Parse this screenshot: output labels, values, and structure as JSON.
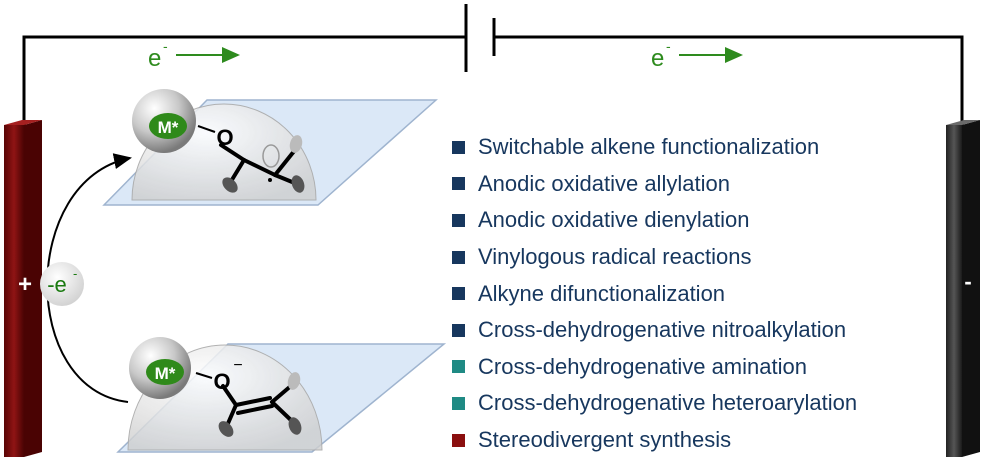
{
  "circuit": {
    "electron_label_left": "e",
    "electron_label_right": "e",
    "electron_superscript": "-",
    "anode_sign": "+",
    "cathode_sign": "-",
    "oxidation_label": "-e",
    "oxidation_superscript": "-",
    "wire_color": "#000000",
    "arrow_color": "#2e8b1e",
    "anode_color": "#7a0a0a",
    "cathode_color": "#3a3a3a"
  },
  "catalyst": {
    "top_label": "M*",
    "bottom_label": "M*",
    "oxygen_top": "O",
    "oxygen_bottom": "O",
    "anion_sign": "−",
    "badge_color": "#2f8a1a"
  },
  "applications": [
    {
      "label": "Switchable alkene functionalization",
      "color": "#17375e"
    },
    {
      "label": "Anodic oxidative allylation",
      "color": "#17375e"
    },
    {
      "label": "Anodic oxidative dienylation",
      "color": "#17375e"
    },
    {
      "label": "Vinylogous radical reactions",
      "color": "#17375e"
    },
    {
      "label": "Alkyne difunctionalization",
      "color": "#17375e"
    },
    {
      "label": "Cross-dehydrogenative nitroalkylation",
      "color": "#17375e"
    },
    {
      "label": "Cross-dehydrogenative amination",
      "color": "#1f8a84"
    },
    {
      "label": "Cross-dehydrogenative heteroarylation",
      "color": "#1f8a84"
    },
    {
      "label": "Stereodivergent synthesis",
      "color": "#8b0f0f"
    }
  ]
}
